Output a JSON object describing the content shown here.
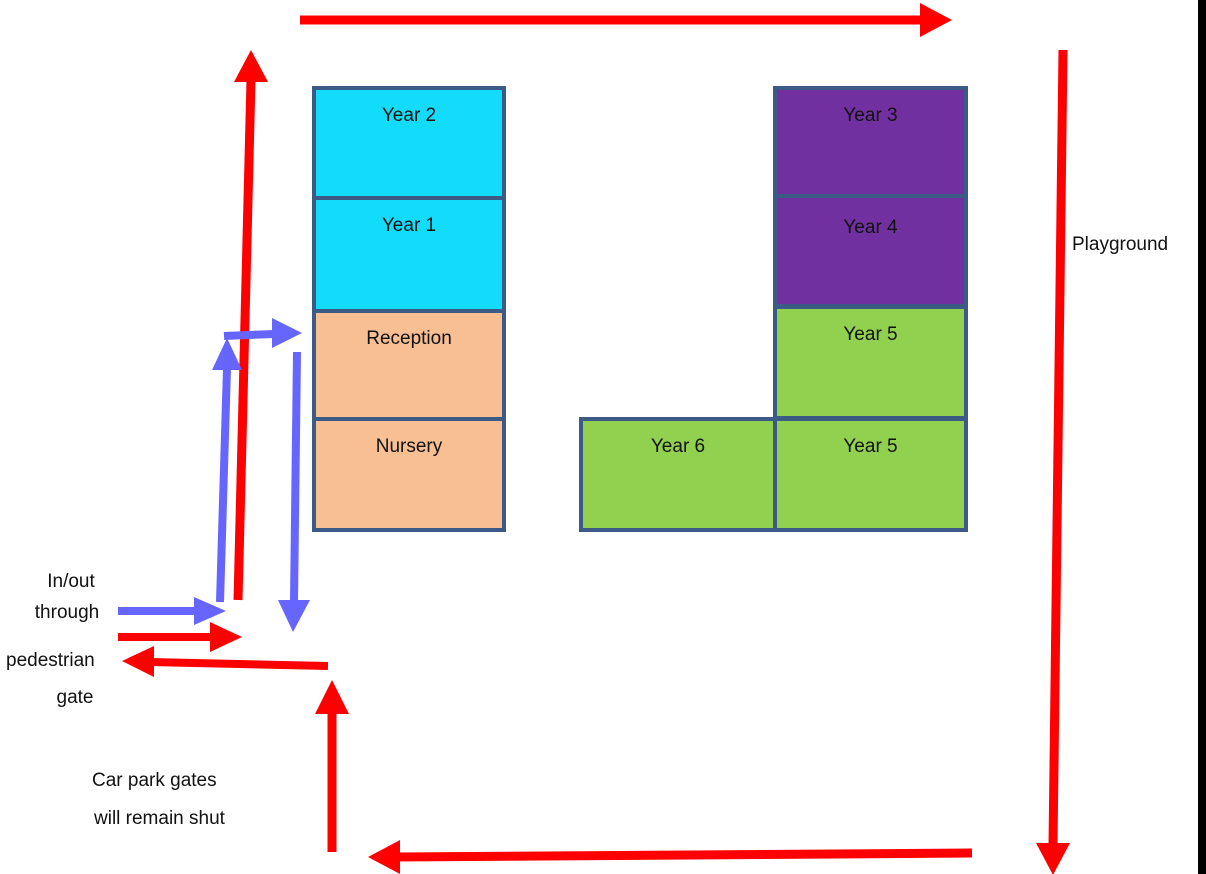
{
  "rooms": {
    "year2": {
      "label": "Year 2",
      "color": "#12dcfa"
    },
    "year1": {
      "label": "Year 1",
      "color": "#12dcfa"
    },
    "reception": {
      "label": "Reception",
      "color": "#f7bf92"
    },
    "nursery": {
      "label": "Nursery",
      "color": "#f7bf92"
    },
    "year3": {
      "label": "Year 3",
      "color": "#7030a0"
    },
    "year4": {
      "label": "Year 4",
      "color": "#7030a0"
    },
    "year5_upper": {
      "label": "Year 5",
      "color": "#92d050"
    },
    "year5_lower": {
      "label": "Year 5",
      "color": "#92d050"
    },
    "year6": {
      "label": "Year 6",
      "color": "#92d050"
    }
  },
  "labels": {
    "playground": "Playground",
    "in_out_1": "In/out",
    "in_out_2": "through",
    "pedestrian": "pedestrian",
    "gate": "gate",
    "car_park_1": "Car park gates",
    "car_park_2": "will remain shut"
  },
  "colors": {
    "vehicle_route": "#ff0000",
    "pedestrian_route": "#6666ff",
    "room_border": "#3b5a86"
  }
}
